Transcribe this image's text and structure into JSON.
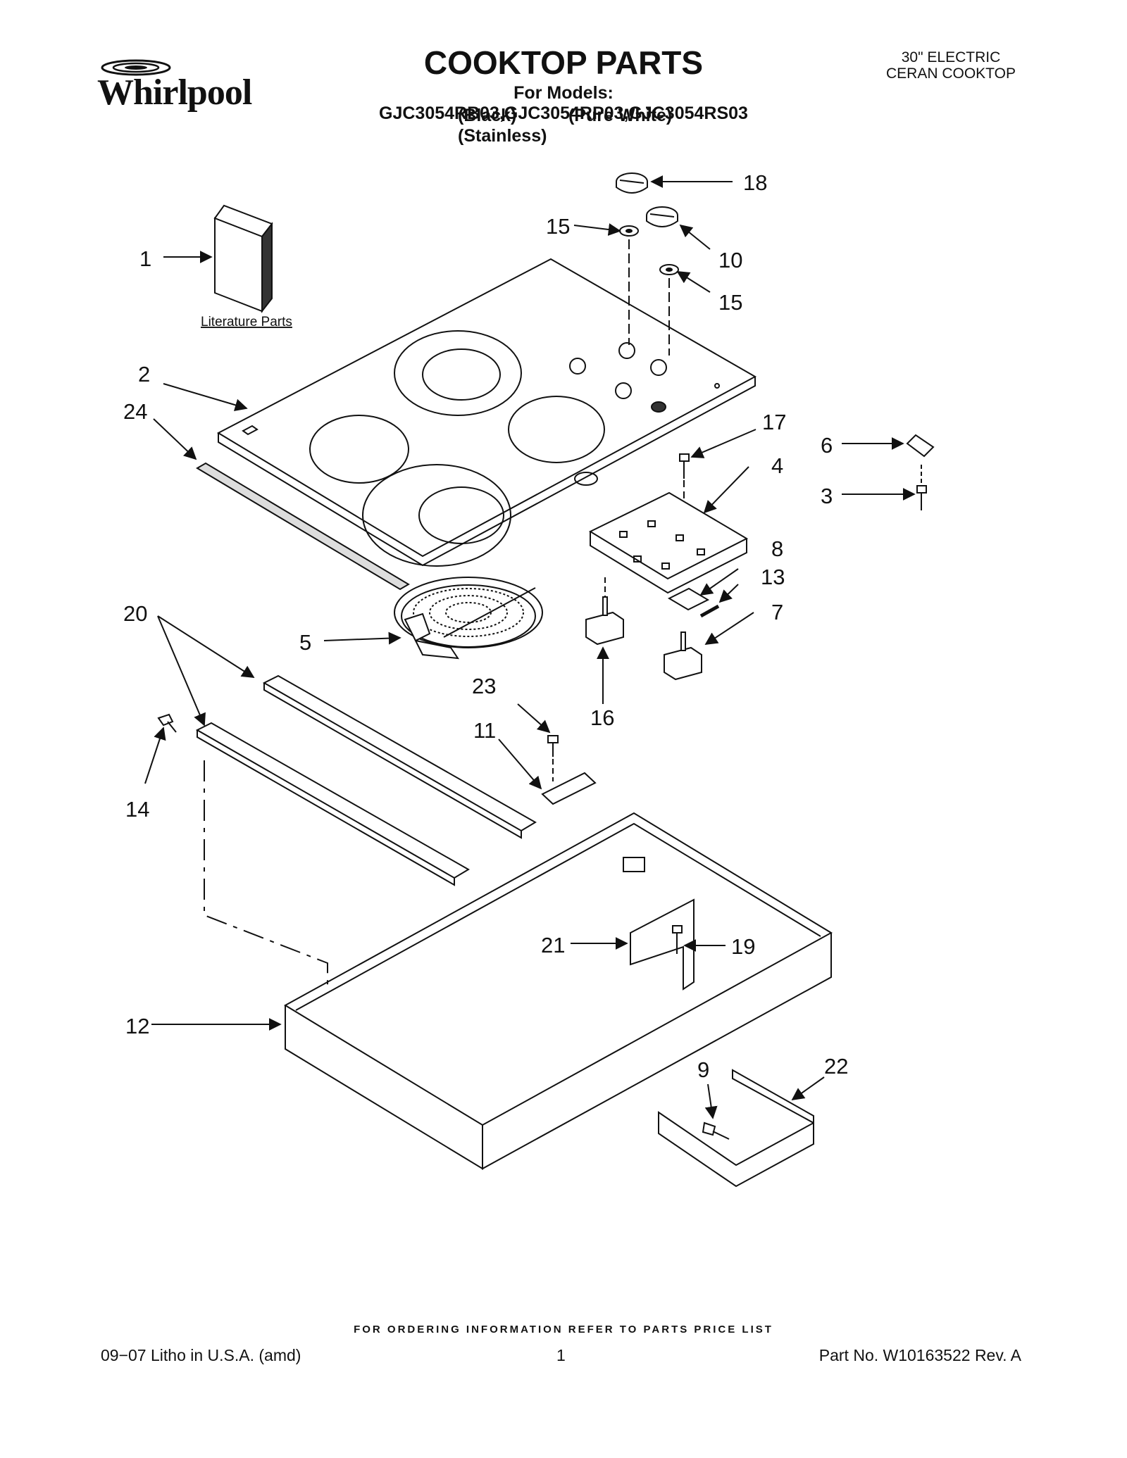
{
  "header": {
    "brand": "Whirlpool",
    "title": "COOKTOP PARTS",
    "models_line": "For Models: GJC3054RB03,GJC3054RP03,GJC3054RS03",
    "colors": [
      "(Black)",
      "(Pure White)",
      "(Stainless)"
    ],
    "product_line1": "30\" ELECTRIC",
    "product_line2": "CERAN COOKTOP"
  },
  "diagram": {
    "literature_label": "Literature Parts",
    "callouts": {
      "c1": "1",
      "c2": "2",
      "c3": "3",
      "c4": "4",
      "c5": "5",
      "c6": "6",
      "c7": "7",
      "c8": "8",
      "c9": "9",
      "c10": "10",
      "c11": "11",
      "c12": "12",
      "c13": "13",
      "c14": "14",
      "c15a": "15",
      "c15b": "15",
      "c16": "16",
      "c17": "17",
      "c18": "18",
      "c19": "19",
      "c20": "20",
      "c21": "21",
      "c22": "22",
      "c23": "23",
      "c24": "24"
    }
  },
  "footer": {
    "ordering_note": "FOR ORDERING INFORMATION REFER TO PARTS PRICE LIST",
    "litho": "09−07 Litho in U.S.A. (amd)",
    "page": "1",
    "part_no": "Part No. W10163522 Rev. A"
  }
}
